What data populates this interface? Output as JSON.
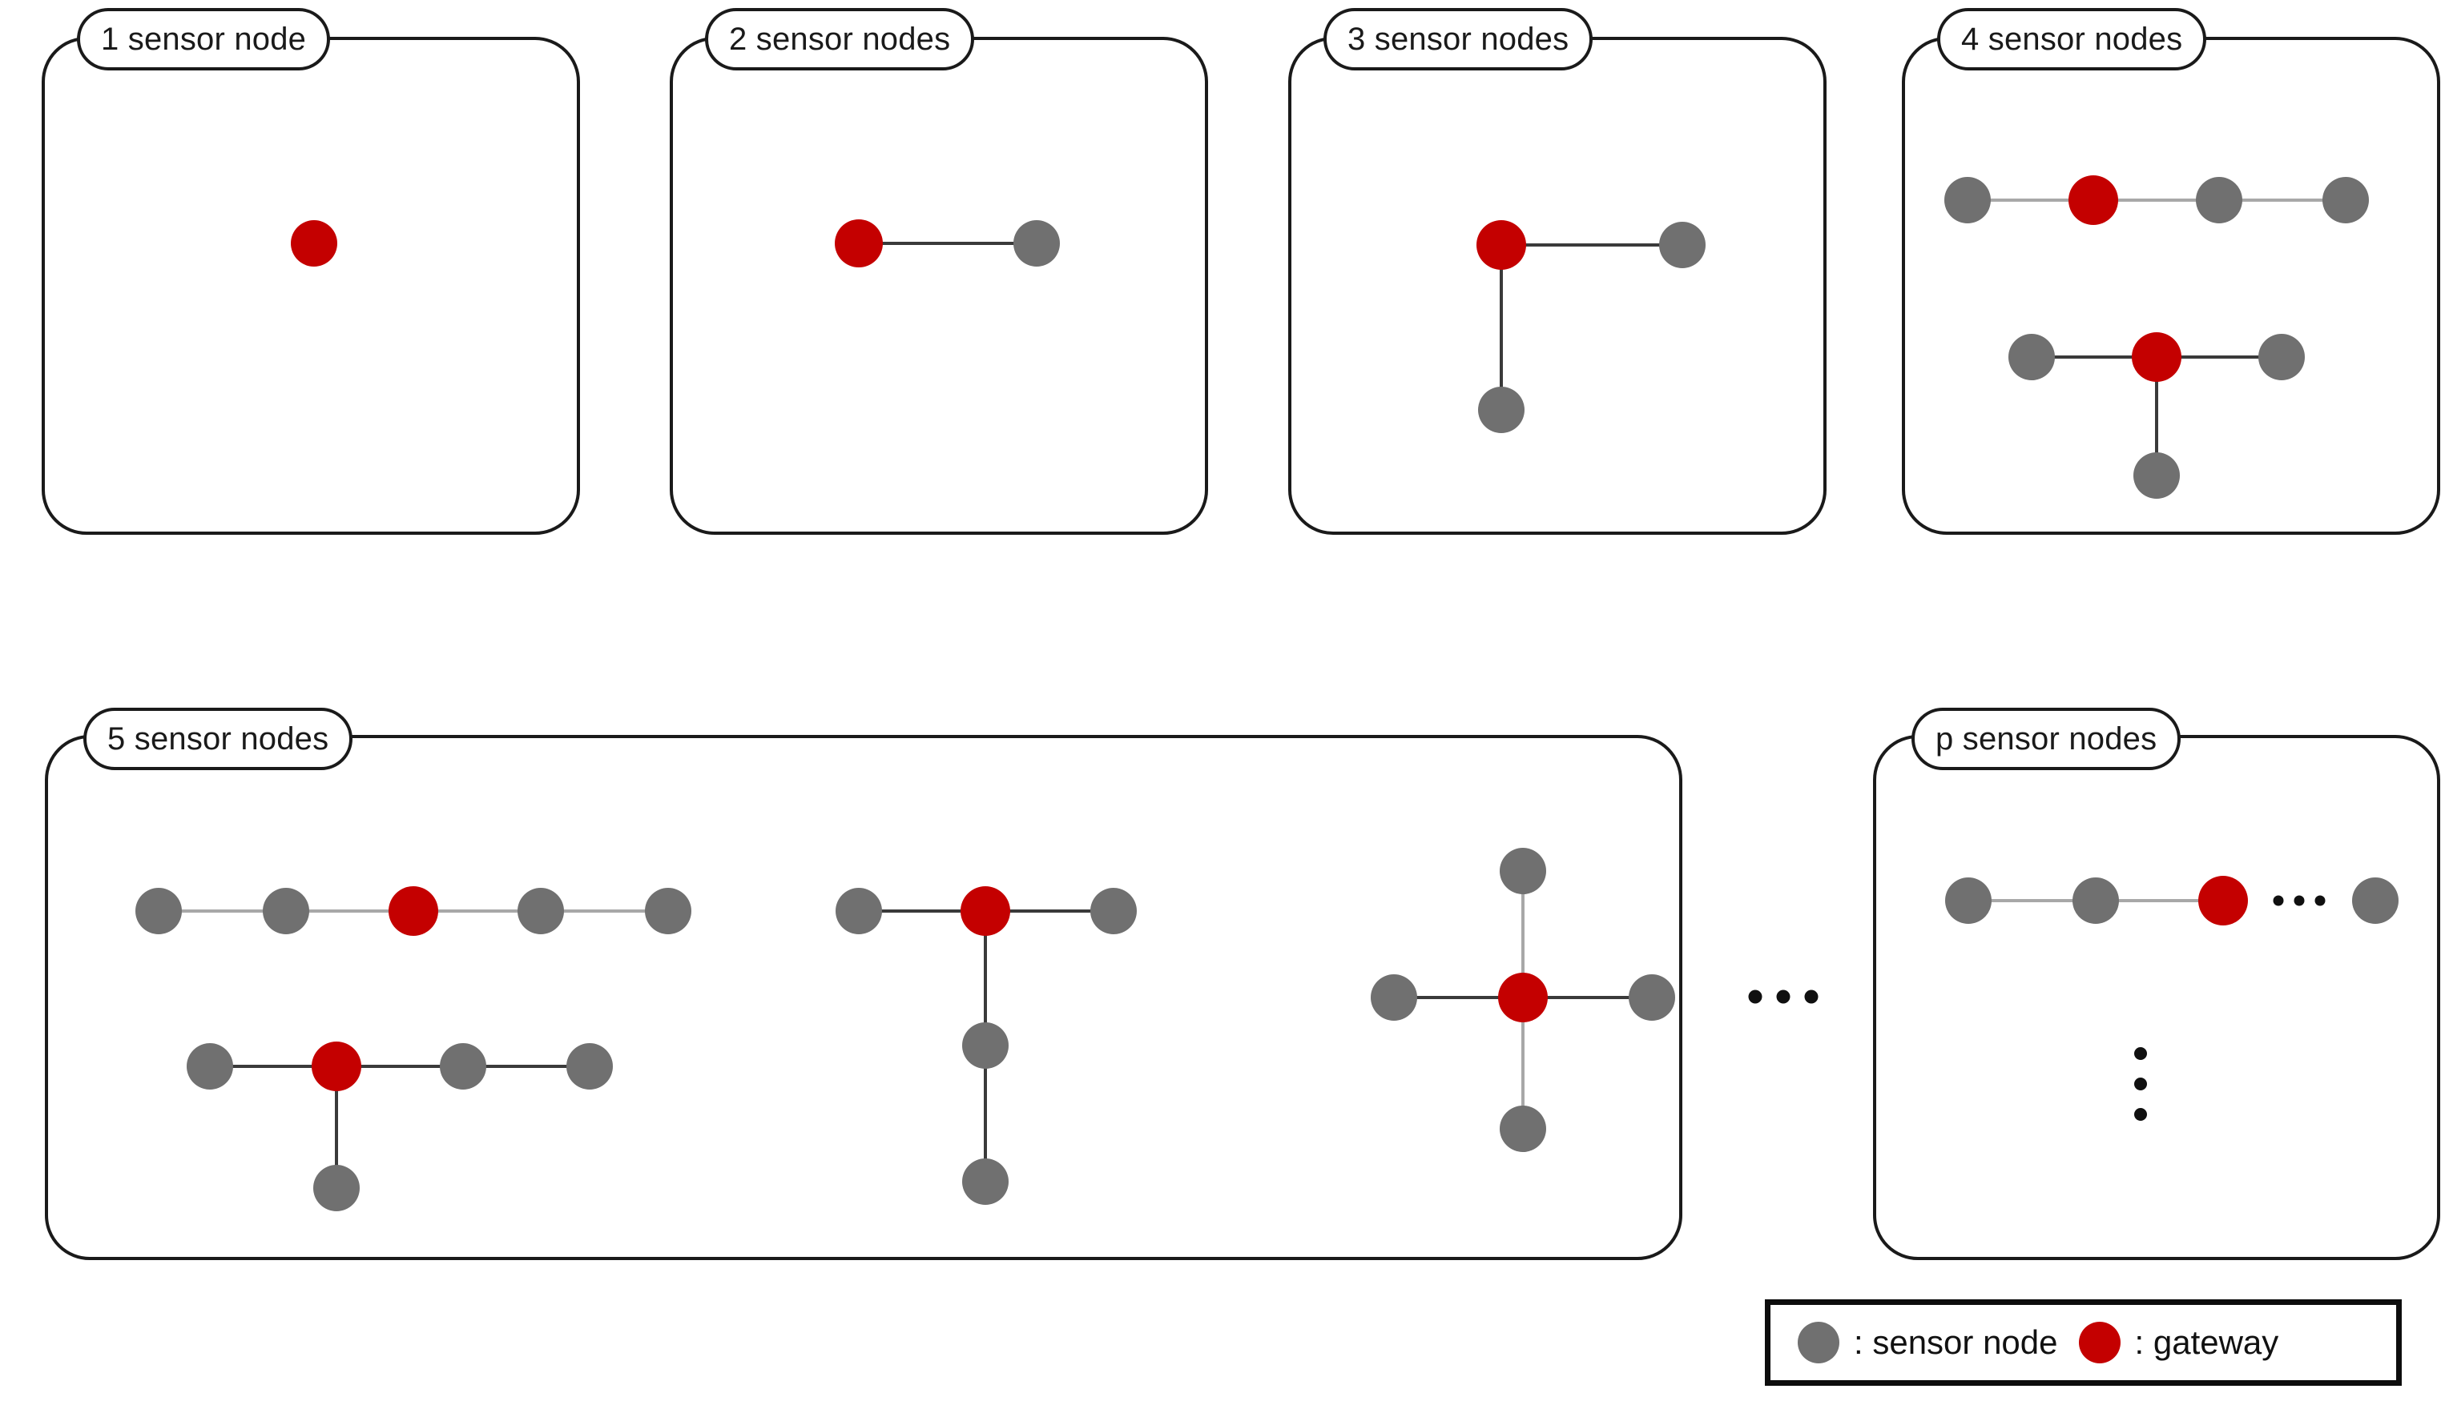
{
  "figure": {
    "type": "diagram",
    "subject": "sensor network topology enumeration by node count",
    "colors": {
      "sensor_node": "#707070",
      "gateway": "#C40000",
      "edge": "#3a3a3a",
      "outline": "#1a1a1a",
      "background": "#ffffff"
    }
  },
  "panels": [
    {
      "id": "p1",
      "label": "1 sensor node",
      "topologies": [
        {
          "id": "t1a",
          "nodes": [
            {
              "role": "gateway"
            }
          ],
          "edges": []
        }
      ]
    },
    {
      "id": "p2",
      "label": "2 sensor nodes",
      "topologies": [
        {
          "id": "t2a",
          "nodes": [
            {
              "role": "gateway"
            },
            {
              "role": "sensor"
            }
          ],
          "edges": [
            [
              0,
              1
            ]
          ]
        }
      ]
    },
    {
      "id": "p3",
      "label": "3 sensor nodes",
      "topologies": [
        {
          "id": "t3a",
          "nodes": [
            {
              "role": "gateway"
            },
            {
              "role": "sensor"
            },
            {
              "role": "sensor"
            }
          ],
          "edges": [
            [
              0,
              1
            ],
            [
              0,
              2
            ]
          ]
        }
      ]
    },
    {
      "id": "p4",
      "label": "4 sensor nodes",
      "topologies": [
        {
          "id": "t4a",
          "shape": "line",
          "nodes": [
            {
              "role": "sensor"
            },
            {
              "role": "gateway"
            },
            {
              "role": "sensor"
            },
            {
              "role": "sensor"
            }
          ],
          "edges": [
            [
              0,
              1
            ],
            [
              1,
              2
            ],
            [
              2,
              3
            ]
          ]
        },
        {
          "id": "t4b",
          "shape": "star",
          "nodes": [
            {
              "role": "sensor"
            },
            {
              "role": "gateway"
            },
            {
              "role": "sensor"
            },
            {
              "role": "sensor"
            }
          ],
          "edges": [
            [
              0,
              1
            ],
            [
              1,
              2
            ],
            [
              1,
              3
            ]
          ]
        }
      ]
    },
    {
      "id": "p5",
      "label": "5 sensor nodes",
      "topologies": [
        {
          "id": "t5a",
          "shape": "line-5",
          "nodes": [
            {
              "role": "sensor"
            },
            {
              "role": "sensor"
            },
            {
              "role": "gateway"
            },
            {
              "role": "sensor"
            },
            {
              "role": "sensor"
            }
          ],
          "edges": [
            [
              0,
              1
            ],
            [
              1,
              2
            ],
            [
              2,
              3
            ],
            [
              3,
              4
            ]
          ]
        },
        {
          "id": "t5b",
          "shape": "t-branch",
          "nodes": [
            {
              "role": "sensor"
            },
            {
              "role": "gateway"
            },
            {
              "role": "sensor"
            },
            {
              "role": "sensor"
            },
            {
              "role": "sensor"
            }
          ],
          "edges": [
            [
              0,
              1
            ],
            [
              1,
              2
            ],
            [
              2,
              3
            ],
            [
              1,
              4
            ]
          ]
        },
        {
          "id": "t5c",
          "shape": "y-chain",
          "nodes": [
            {
              "role": "sensor"
            },
            {
              "role": "gateway"
            },
            {
              "role": "sensor"
            },
            {
              "role": "sensor"
            },
            {
              "role": "sensor"
            }
          ],
          "edges": [
            [
              0,
              1
            ],
            [
              1,
              2
            ],
            [
              1,
              3
            ],
            [
              3,
              4
            ]
          ]
        },
        {
          "id": "t5d",
          "shape": "cross",
          "nodes": [
            {
              "role": "gateway"
            },
            {
              "role": "sensor"
            },
            {
              "role": "sensor"
            },
            {
              "role": "sensor"
            },
            {
              "role": "sensor"
            }
          ],
          "edges": [
            [
              0,
              1
            ],
            [
              0,
              2
            ],
            [
              0,
              3
            ],
            [
              0,
              4
            ]
          ]
        }
      ]
    },
    {
      "id": "pp",
      "label": "p sensor nodes",
      "topologies": [
        {
          "id": "tpa",
          "shape": "line-with-ellipsis",
          "nodes": [
            {
              "role": "sensor"
            },
            {
              "role": "sensor"
            },
            {
              "role": "gateway"
            },
            {
              "role": "sensor"
            }
          ],
          "edges": [
            [
              0,
              1
            ],
            [
              1,
              2
            ]
          ],
          "ellipsis": "horizontal"
        }
      ],
      "more_indicator": "vertical-ellipsis"
    }
  ],
  "between_panels_ellipsis": "horizontal-ellipsis",
  "legend": {
    "items": [
      {
        "swatch": "sensor",
        "label": ": sensor node"
      },
      {
        "swatch": "gateway",
        "label": ": gateway"
      }
    ]
  }
}
